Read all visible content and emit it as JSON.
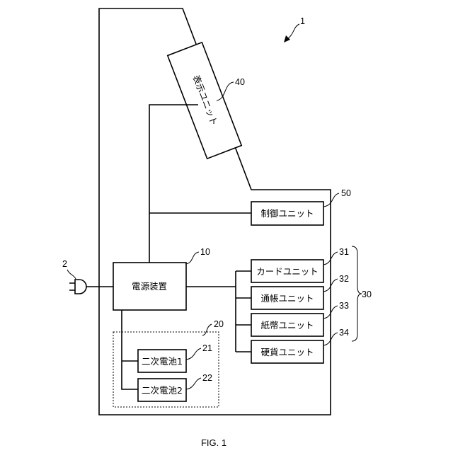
{
  "figure": {
    "caption": "FIG. 1",
    "device_ref": "1",
    "plug_ref": "2",
    "display": {
      "label": "表示ユニット",
      "ref": "40"
    },
    "control": {
      "label": "制御ユニット",
      "ref": "50"
    },
    "power": {
      "label": "電源装置",
      "ref": "10"
    },
    "battery_group": {
      "ref": "20"
    },
    "batteries": [
      {
        "label": "二次電池1",
        "ref": "21"
      },
      {
        "label": "二次電池2",
        "ref": "22"
      }
    ],
    "unit_group": {
      "ref": "30"
    },
    "units": [
      {
        "label": "カードユニット",
        "ref": "31"
      },
      {
        "label": "通帳ユニット",
        "ref": "32"
      },
      {
        "label": "紙幣ユニット",
        "ref": "33"
      },
      {
        "label": "硬貨ユニット",
        "ref": "34"
      }
    ]
  }
}
